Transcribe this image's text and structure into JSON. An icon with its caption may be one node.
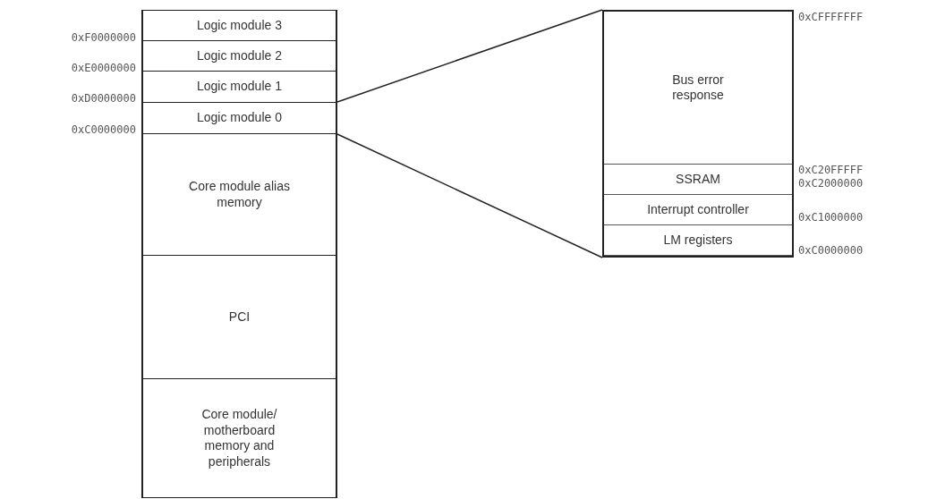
{
  "diagram": {
    "nodes": [
      {
        "text": [
          "Logic module 3"
        ]
      },
      {
        "text": [
          "Logic module 2"
        ]
      },
      {
        "text": [
          "Logic module 1"
        ]
      },
      {
        "text": [
          "Logic module 0"
        ]
      },
      {
        "text": [
          "Core module alias memory"
        ]
      },
      {
        "text": [
          "PCI"
        ]
      },
      {
        "text": [
          "Core module/ motherboard memory and peripherals"
        ]
      },
      {
        "text": [],
        "shape": "box"
      },
      {
        "text": [
          "Bus error response"
        ],
        "in": 7
      },
      {
        "text": [
          "SSRAM"
        ],
        "in": 7
      },
      {
        "text": [
          "Interrupt controller"
        ],
        "in": 7
      },
      {
        "text": [
          "LM registers"
        ],
        "in": 7
      }
    ],
    "edges": [
      {
        "from": 3,
        "to": 7,
        "arrow": "none"
      },
      {
        "from": 3,
        "to": 7,
        "arrow": "none"
      }
    ],
    "labels": [
      "0xF0000000",
      "0xE0000000",
      "0xD0000000",
      "0xC0000000",
      "0xCFFFFFFF",
      "0xC20FFFFF",
      "0xC2000000",
      "0xC1000000",
      "0xC0000000"
    ]
  }
}
